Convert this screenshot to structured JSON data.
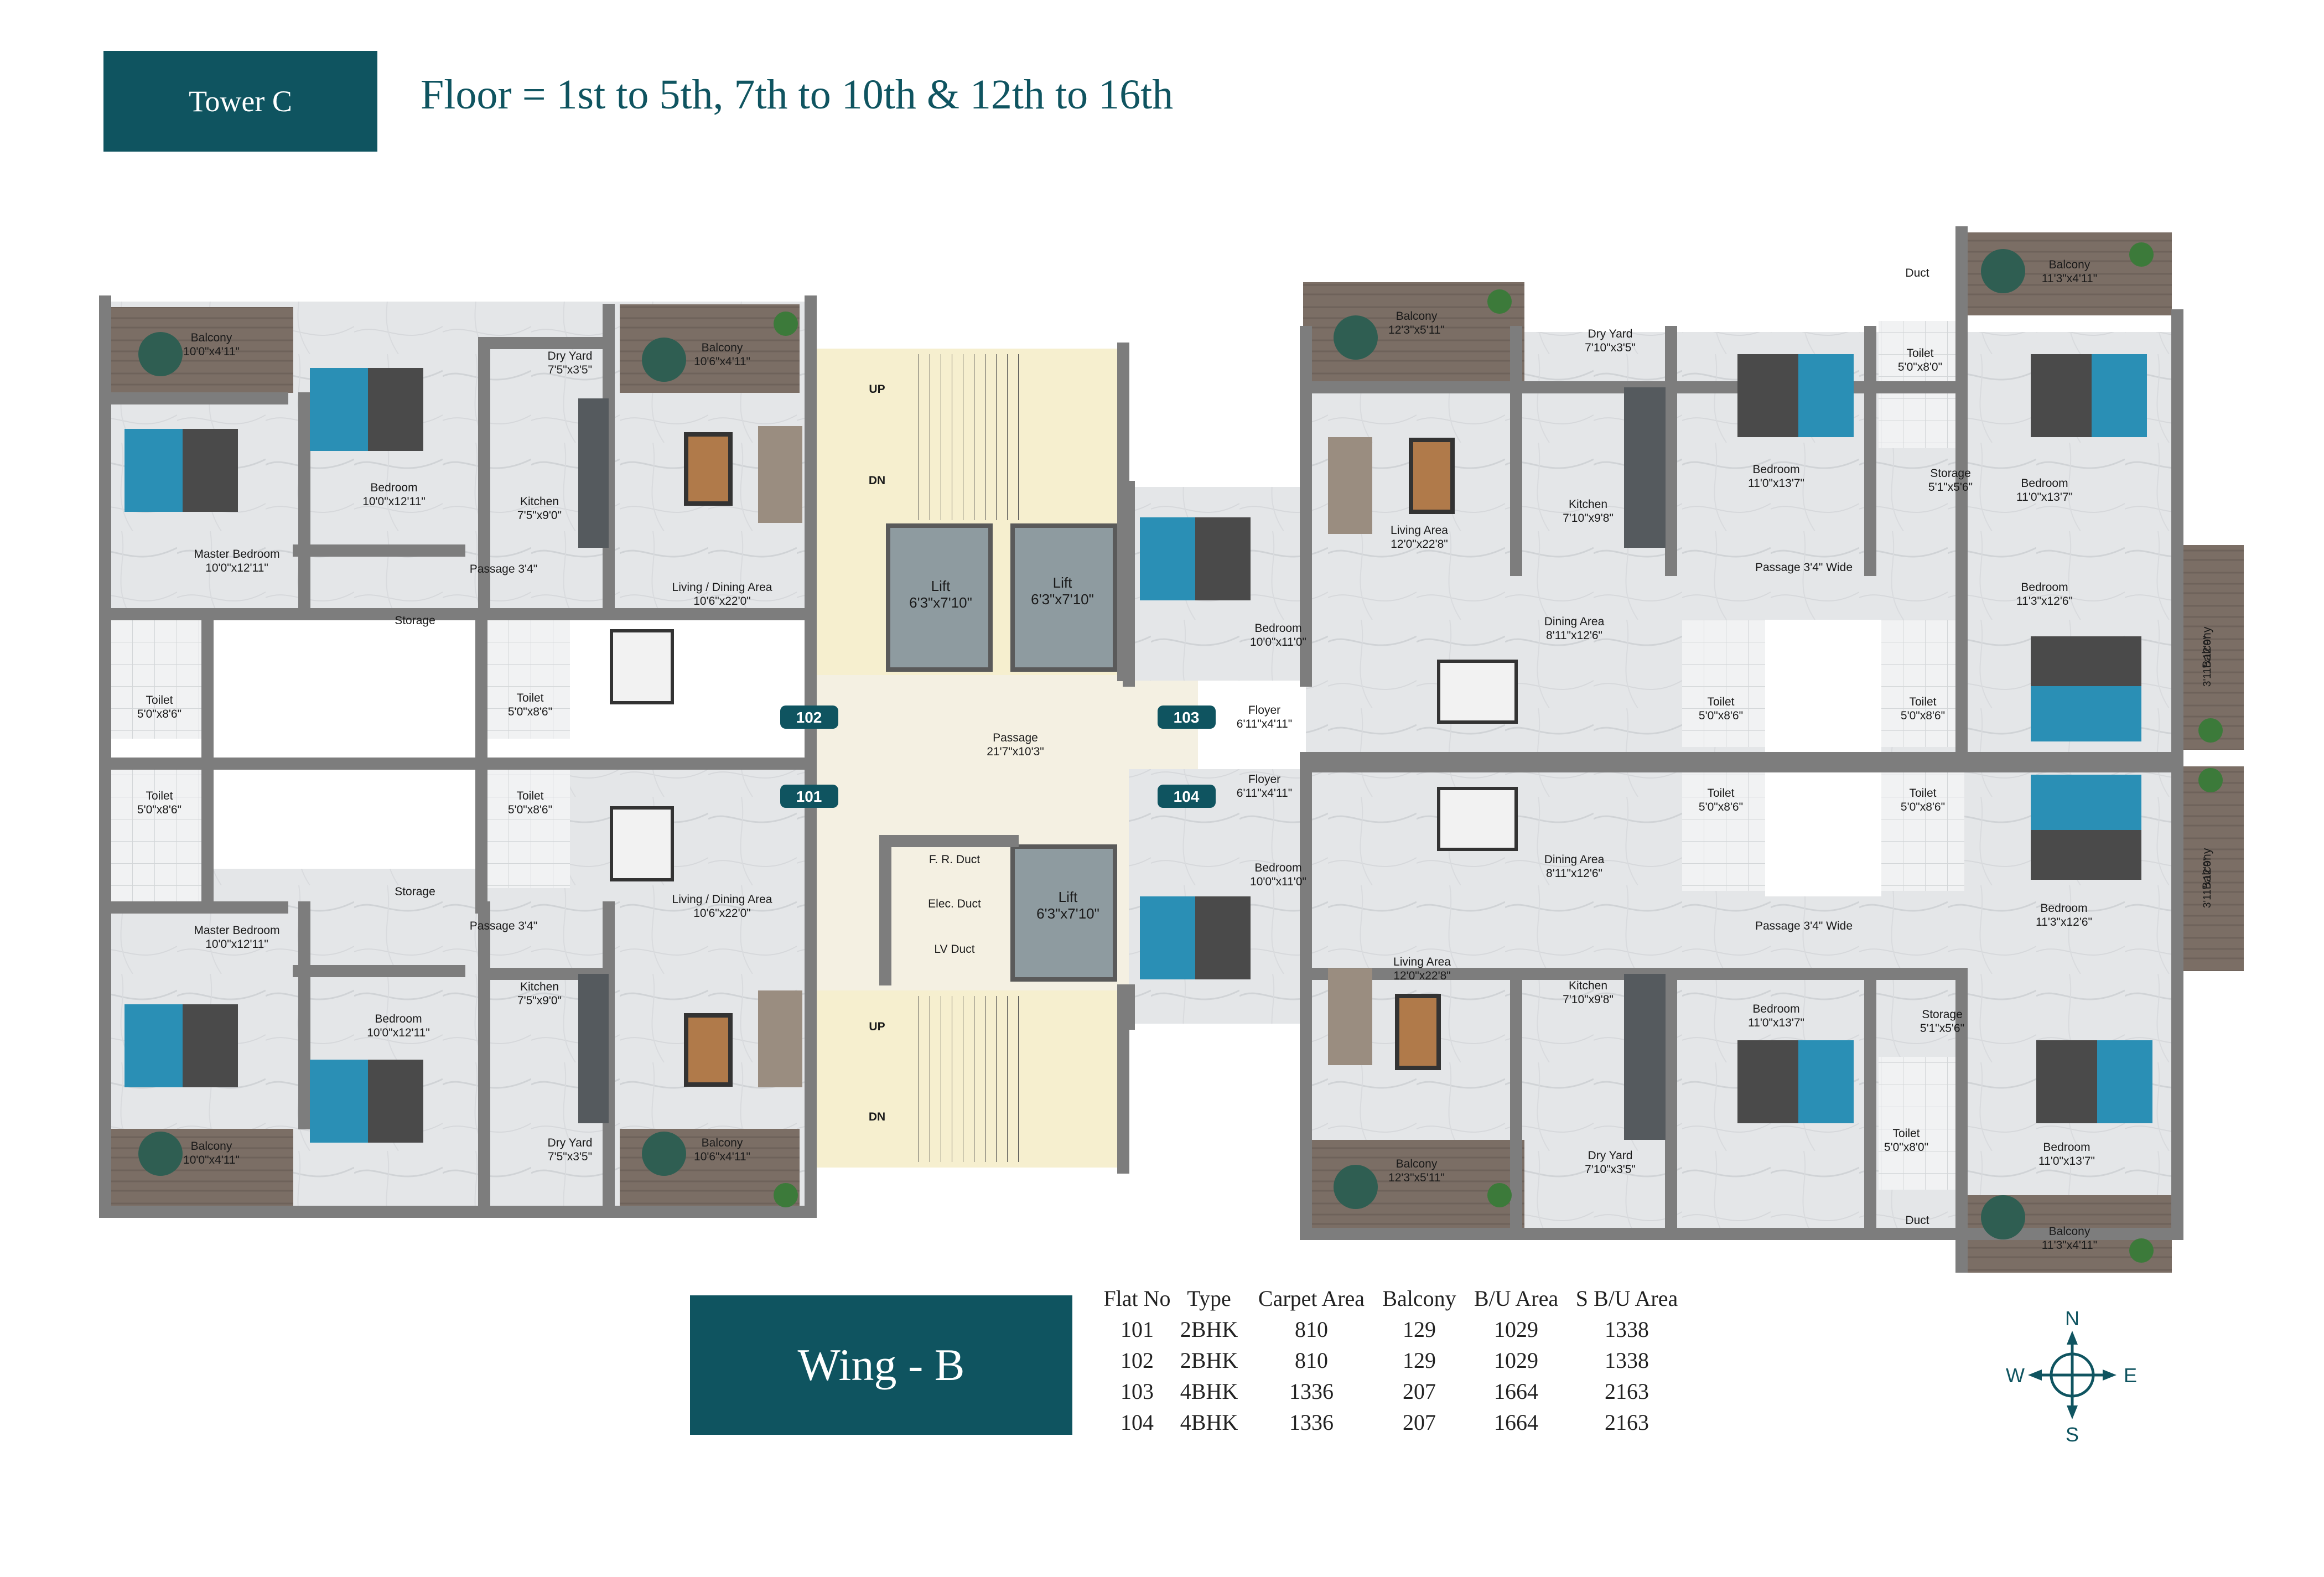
{
  "header": {
    "tower_label": "Tower C",
    "floor_label": "Floor = 1st to 5th, 7th to 10th & 12th to 16th"
  },
  "wing_label": "Wing - B",
  "colors": {
    "brand_teal": "#0f5460",
    "wall": "#7d7d7d",
    "floor_marble": "#e6e8ea",
    "balcony_wood": "#7b6e65",
    "stair_area": "#f6efcf",
    "lift": "#8e9ba0",
    "badge": "#0f5460"
  },
  "flat_badges": [
    "102",
    "101",
    "103",
    "104"
  ],
  "rooms": {
    "f102": {
      "balcony_a": [
        "Balcony",
        "10'0\"x4'11\""
      ],
      "balcony_b": [
        "Balcony",
        "10'6\"x4'11\""
      ],
      "dry_yard": [
        "Dry Yard",
        "7'5\"x3'5\""
      ],
      "bedroom": [
        "Bedroom",
        "10'0\"x12'11\""
      ],
      "kitchen": [
        "Kitchen",
        "7'5\"x9'0\""
      ],
      "master": [
        "Master Bedroom",
        "10'0\"x12'11\""
      ],
      "passage": "Passage 3'4\"",
      "living": [
        "Living / Dining Area",
        "10'6\"x22'0\""
      ],
      "storage": "Storage",
      "toilet_a": [
        "Toilet",
        "5'0\"x8'6\""
      ],
      "toilet_b": [
        "Toilet",
        "5'0\"x8'6\""
      ]
    },
    "f101": {
      "toilet_a": [
        "Toilet",
        "5'0\"x8'6\""
      ],
      "toilet_b": [
        "Toilet",
        "5'0\"x8'6\""
      ],
      "storage": "Storage",
      "living": [
        "Living / Dining Area",
        "10'6\"x22'0\""
      ],
      "master": [
        "Master Bedroom",
        "10'0\"x12'11\""
      ],
      "passage": "Passage 3'4\"",
      "kitchen": [
        "Kitchen",
        "7'5\"x9'0\""
      ],
      "bedroom": [
        "Bedroom",
        "10'0\"x12'11\""
      ],
      "dry_yard": [
        "Dry Yard",
        "7'5\"x3'5\""
      ],
      "balcony_a": [
        "Balcony",
        "10'0\"x4'11\""
      ],
      "balcony_b": [
        "Balcony",
        "10'6\"x4'11\""
      ]
    },
    "core": {
      "up_1": "UP",
      "dn_1": "DN",
      "lift_1": [
        "Lift",
        "6'3\"x7'10\""
      ],
      "lift_2": [
        "Lift",
        "6'3\"x7'10\""
      ],
      "passage": [
        "Passage",
        "21'7\"x10'3\""
      ],
      "fr_duct": "F. R. Duct",
      "elec_duct": "Elec. Duct",
      "lv_duct": "LV Duct",
      "lift_3": [
        "Lift",
        "6'3\"x7'10\""
      ],
      "up_2": "UP",
      "dn_2": "DN"
    },
    "f103": {
      "balcony_a": [
        "Balcony",
        "12'3\"x5'11\""
      ],
      "dry_yard": [
        "Dry Yard",
        "7'10\"x3'5\""
      ],
      "duct": "Duct",
      "balcony_b": [
        "Balcony",
        "11'3\"x4'11\""
      ],
      "toilet_top": [
        "Toilet",
        "5'0\"x8'0\""
      ],
      "living": [
        "Living Area",
        "12'0\"x22'8\""
      ],
      "kitchen": [
        "Kitchen",
        "7'10\"x9'8\""
      ],
      "bedroom_a": [
        "Bedroom",
        "11'0\"x13'7\""
      ],
      "storage": [
        "Storage",
        "5'1\"x5'6\""
      ],
      "bedroom_b": [
        "Bedroom",
        "11'0\"x13'7\""
      ],
      "bedroom_c": [
        "Bedroom",
        "10'0\"x11'0\""
      ],
      "passage": "Passage 3'4\" Wide",
      "dining": [
        "Dining  Area",
        "8'11\"x12'6\""
      ],
      "bedroom_d": [
        "Bedroom",
        "11'3\"x12'6\""
      ],
      "balcony_c": [
        "Balcony",
        "3'11\"x12'9\""
      ],
      "foyer": [
        "Floyer",
        "6'11\"x4'11\""
      ],
      "toilet_a": [
        "Toilet",
        "5'0\"x8'6\""
      ],
      "toilet_b": [
        "Toilet",
        "5'0\"x8'6\""
      ]
    },
    "f104": {
      "foyer": [
        "Floyer",
        "6'11\"x4'11\""
      ],
      "toilet_a": [
        "Toilet",
        "5'0\"x8'6\""
      ],
      "toilet_b": [
        "Toilet",
        "5'0\"x8'6\""
      ],
      "bedroom_c": [
        "Bedroom",
        "10'0\"x11'0\""
      ],
      "dining": [
        "Dining  Area",
        "8'11\"x12'6\""
      ],
      "balcony_c": [
        "Balcony",
        "3'11\"x12'9\""
      ],
      "bedroom_d": [
        "Bedroom",
        "11'3\"x12'6\""
      ],
      "passage": "Passage 3'4\" Wide",
      "living": [
        "Living Area",
        "12'0\"x22'8\""
      ],
      "kitchen": [
        "Kitchen",
        "7'10\"x9'8\""
      ],
      "bedroom_a": [
        "Bedroom",
        "11'0\"x13'7\""
      ],
      "storage": [
        "Storage",
        "5'1\"x5'6\""
      ],
      "toilet_bottom": [
        "Toilet",
        "5'0\"x8'0\""
      ],
      "bedroom_b": [
        "Bedroom",
        "11'0\"x13'7\""
      ],
      "dry_yard": [
        "Dry Yard",
        "7'10\"x3'5\""
      ],
      "balcony_a": [
        "Balcony",
        "12'3\"x5'11\""
      ],
      "duct": "Duct",
      "balcony_b": [
        "Balcony",
        "11'3\"x4'11\""
      ]
    }
  },
  "table": {
    "headers": [
      "Flat No",
      "Type",
      "Carpet Area",
      "Balcony",
      "B/U Area",
      "S B/U Area"
    ],
    "rows": [
      [
        "101",
        "2BHK",
        "810",
        "129",
        "1029",
        "1338"
      ],
      [
        "102",
        "2BHK",
        "810",
        "129",
        "1029",
        "1338"
      ],
      [
        "103",
        "4BHK",
        "1336",
        "207",
        "1664",
        "2163"
      ],
      [
        "104",
        "4BHK",
        "1336",
        "207",
        "1664",
        "2163"
      ]
    ]
  },
  "compass": {
    "n": "N",
    "s": "S",
    "e": "E",
    "w": "W"
  }
}
